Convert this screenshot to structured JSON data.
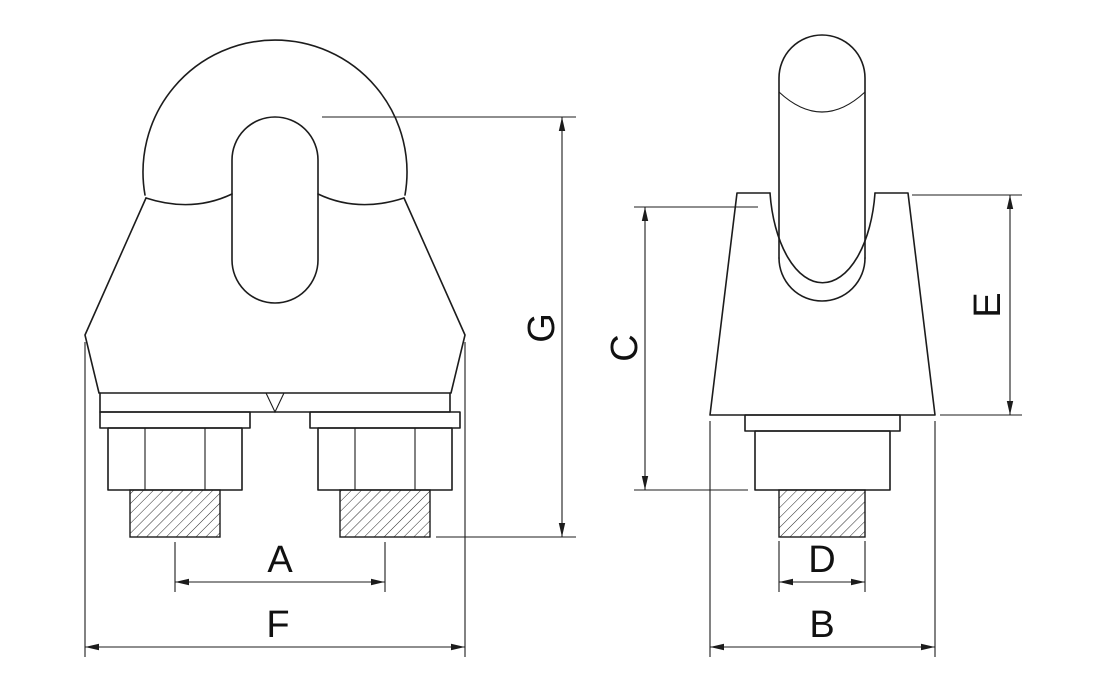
{
  "labels": {
    "A": "A",
    "B": "B",
    "C": "C",
    "D": "D",
    "E": "E",
    "F": "F",
    "G": "G"
  },
  "colors": {
    "line": "#1c1c1c",
    "background": "#ffffff"
  }
}
